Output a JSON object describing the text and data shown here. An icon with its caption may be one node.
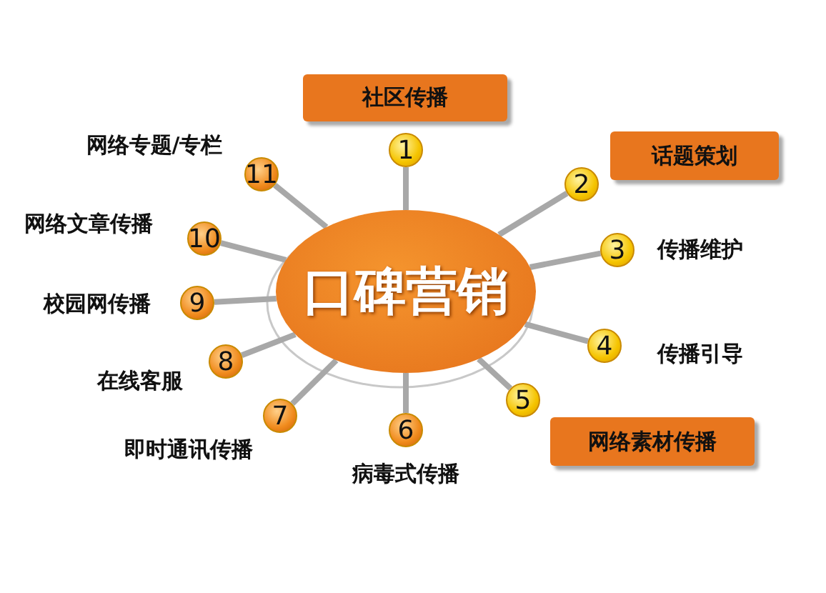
{
  "diagram": {
    "nodes": [
      {
        "text": [
          "口碑营销"
        ]
      },
      {
        "text": [
          "1"
        ]
      },
      {
        "text": [
          "2"
        ]
      },
      {
        "text": [
          "3"
        ],
        "beside": [
          "传播维护"
        ]
      },
      {
        "text": [
          "4"
        ],
        "beside": [
          "传播引导"
        ]
      },
      {
        "text": [
          "5"
        ]
      },
      {
        "text": [
          "6"
        ],
        "beside": [
          "病毒式传播"
        ]
      },
      {
        "text": [
          "7"
        ],
        "beside": [
          "即时通讯传播"
        ]
      },
      {
        "text": [
          "8"
        ],
        "beside": [
          "在线客服"
        ]
      },
      {
        "text": [
          "9"
        ],
        "beside": [
          "校园网传播"
        ]
      },
      {
        "text": [
          "10"
        ],
        "beside": [
          "网络文章传播"
        ]
      },
      {
        "text": [
          "11"
        ],
        "beside": [
          "网络专题/专栏"
        ]
      },
      {
        "text": [
          "社区传播"
        ]
      },
      {
        "text": [
          "话题策划"
        ]
      },
      {
        "text": [
          "网络素材传播"
        ]
      }
    ],
    "edges": [
      {
        "from": 0,
        "to": 1,
        "arrow": "none"
      },
      {
        "from": 0,
        "to": 2,
        "arrow": "none"
      },
      {
        "from": 0,
        "to": 3,
        "arrow": "none"
      },
      {
        "from": 0,
        "to": 4,
        "arrow": "none"
      },
      {
        "from": 0,
        "to": 5,
        "arrow": "none"
      },
      {
        "from": 0,
        "to": 6,
        "arrow": "none"
      },
      {
        "from": 0,
        "to": 7,
        "arrow": "none"
      },
      {
        "from": 0,
        "to": 8,
        "arrow": "none"
      },
      {
        "from": 0,
        "to": 9,
        "arrow": "none"
      },
      {
        "from": 0,
        "to": 10,
        "arrow": "none"
      },
      {
        "from": 0,
        "to": 11,
        "arrow": "none"
      }
    ]
  }
}
